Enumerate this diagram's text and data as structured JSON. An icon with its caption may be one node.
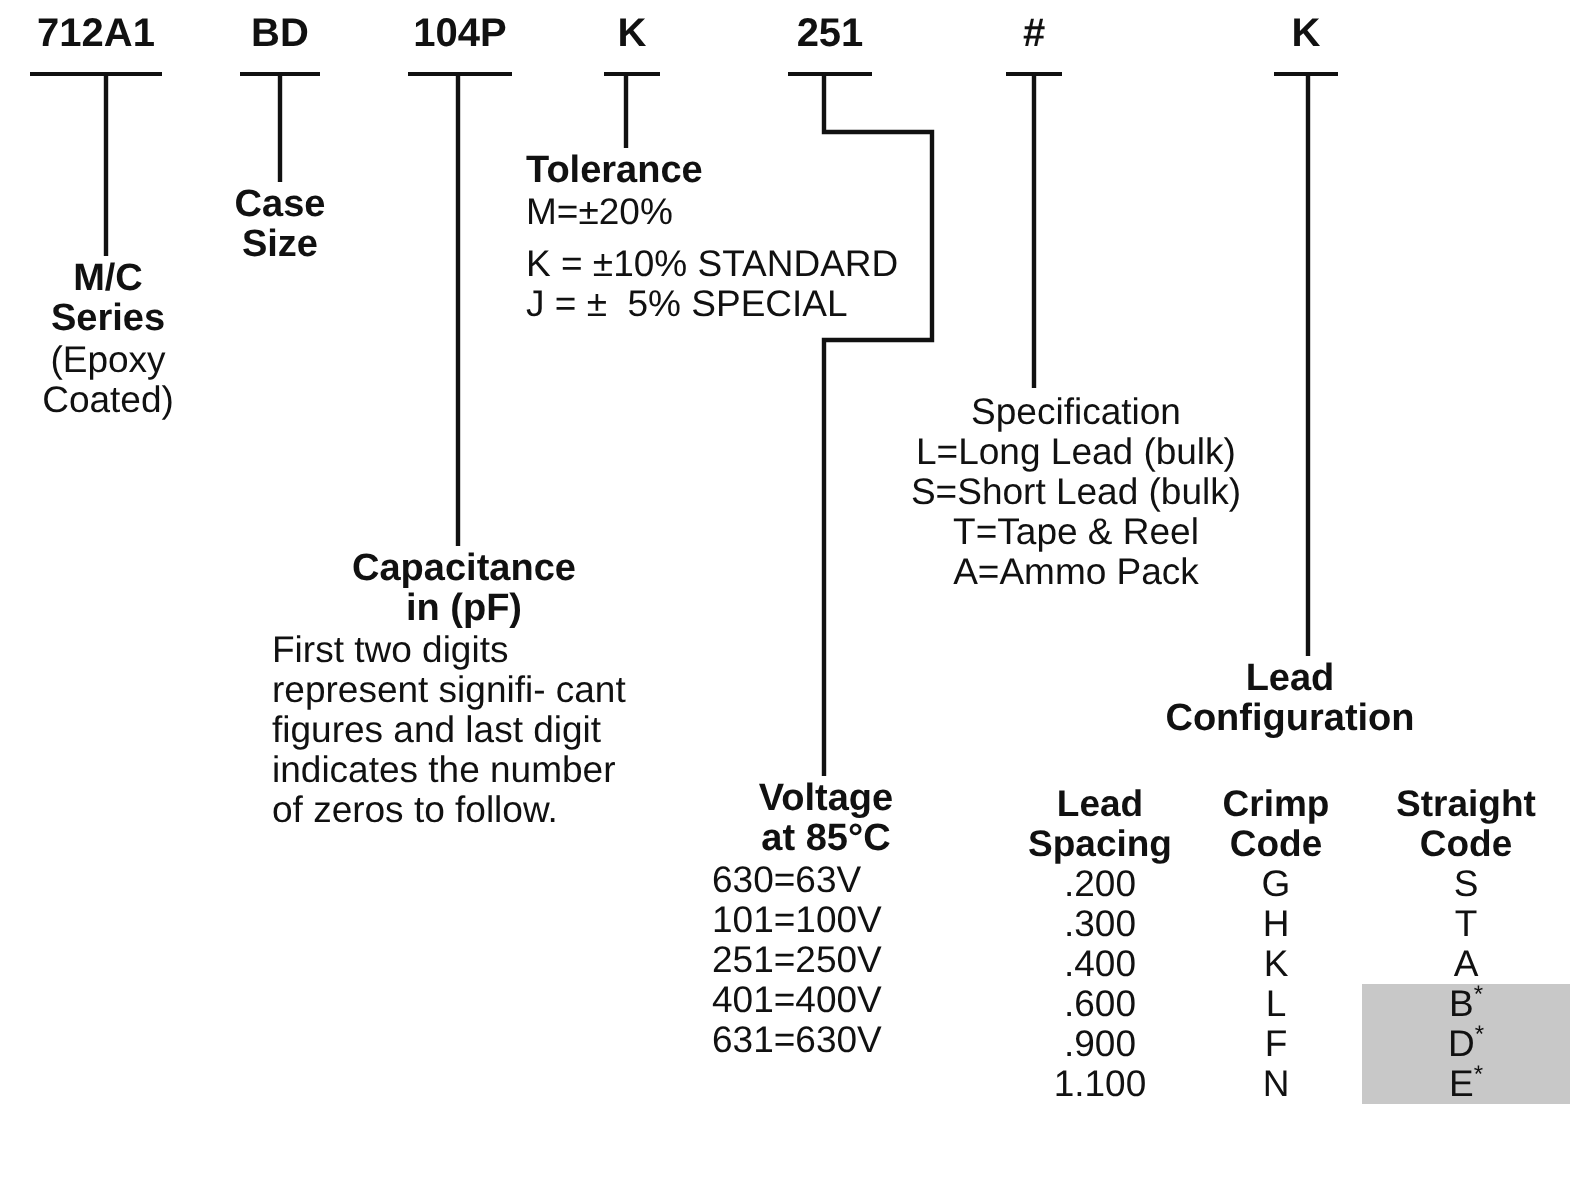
{
  "diagram": {
    "nodes": [
      {
        "text": [
          "712A1"
        ]
      },
      {
        "text": [
          "BD"
        ]
      },
      {
        "text": [
          "104P"
        ]
      },
      {
        "text": [
          "K"
        ]
      },
      {
        "text": [
          "251"
        ]
      },
      {
        "text": [
          "#"
        ]
      },
      {
        "text": [
          "K"
        ]
      },
      {
        "text": [
          "M/C Series",
          "(Epoxy Coated)"
        ]
      },
      {
        "text": [
          "Case Size"
        ]
      },
      {
        "text": [
          "Capacitance in (pF)",
          "First two digits represent signifi- cant figures and last digit indicates the number of zeros to follow."
        ]
      },
      {
        "text": [
          "Tolerance",
          "M=±20%",
          "K = ±10% STANDARD",
          "J = ±  5% SPECIAL"
        ]
      },
      {
        "text": [
          "Voltage at 85°C",
          "630=63V",
          "101=100V",
          "251=250V",
          "401=400V",
          "631=630V"
        ]
      },
      {
        "text": [
          "Specification",
          "L=Long Lead (bulk)",
          "S=Short Lead (bulk)",
          "T=Tape & Reel",
          "A=Ammo Pack"
        ]
      },
      {
        "text": [
          "Lead Configuration"
        ]
      }
    ],
    "edges": [
      {
        "from": 0,
        "to": 7,
        "arrow": "none"
      },
      {
        "from": 1,
        "to": 8,
        "arrow": "none"
      },
      {
        "from": 2,
        "to": 9,
        "arrow": "none"
      },
      {
        "from": 3,
        "to": 10,
        "arrow": "none"
      },
      {
        "from": 4,
        "to": 11,
        "arrow": "none"
      },
      {
        "from": 5,
        "to": 12,
        "arrow": "none"
      },
      {
        "from": 6,
        "to": 13,
        "arrow": "none"
      }
    ],
    "labels": [
      "Lead Spacing",
      "Crimp Code",
      "Straight Code",
      ".200",
      "G",
      "S",
      ".300",
      "H",
      "T",
      ".400",
      "K",
      "A",
      ".600",
      "L",
      "B$^{*}$",
      ".900",
      "F",
      "D$^{*}$",
      "1.100",
      "N",
      "E$^{*}$"
    ]
  }
}
